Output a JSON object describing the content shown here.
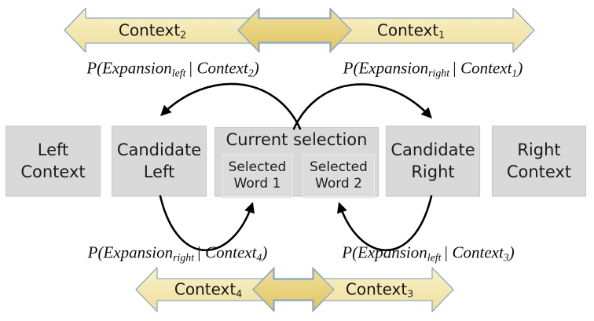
{
  "top_context_bar": {
    "left_label": {
      "base": "Context",
      "sub": "2"
    },
    "right_label": {
      "base": "Context",
      "sub": "1"
    }
  },
  "bottom_context_bar": {
    "left_label": {
      "base": "Context",
      "sub": "4"
    },
    "right_label": {
      "base": "Context",
      "sub": "3"
    }
  },
  "formulas": {
    "top_left": {
      "prefix": "P(Expansion",
      "sub": "left",
      "mid": "| Context",
      "sub2": "2",
      "suffix": ")"
    },
    "top_right": {
      "prefix": "P(Expansion",
      "sub": "right",
      "mid": "| Context",
      "sub2": "1",
      "suffix": ")"
    },
    "bottom_left": {
      "prefix": "P(Expansion",
      "sub": "right",
      "mid": "| Context",
      "sub2": "4",
      "suffix": ")"
    },
    "bottom_right": {
      "prefix": "P(Expansion",
      "sub": "left",
      "mid": "| Context",
      "sub2": "3",
      "suffix": ")"
    }
  },
  "boxes": {
    "left_context": {
      "line1": "Left",
      "line2": "Context"
    },
    "candidate_left": {
      "line1": "Candidate",
      "line2": "Left"
    },
    "current_selection": {
      "title": "Current selection"
    },
    "selected_word_1": {
      "line1": "Selected",
      "line2": "Word 1"
    },
    "selected_word_2": {
      "line1": "Selected",
      "line2": "Word 2"
    },
    "candidate_right": {
      "line1": "Candidate",
      "line2": "Right"
    },
    "right_context": {
      "line1": "Right",
      "line2": "Context"
    }
  },
  "colors": {
    "arrow_fill_light_top": "#f8f1c9",
    "arrow_fill_light_bottom": "#efde9d",
    "arrow_fill_overlap_top": "#efdf9e",
    "arrow_fill_overlap_bottom": "#e2c660",
    "arrow_outline": "#8fa9c2",
    "box_fill": "#d9d9d9",
    "inner_box_fill": "#dcdcdc",
    "curve_arrow_color": "#000000",
    "text_color": "#1c1c1c"
  }
}
